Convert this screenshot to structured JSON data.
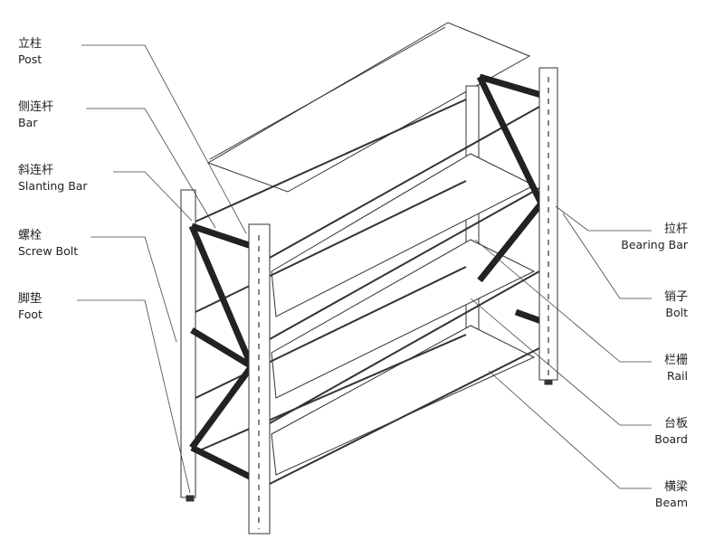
{
  "left_labels": [
    {
      "zh": "立柱",
      "en": "Post"
    },
    {
      "zh": "侧连杆",
      "en": "Bar"
    },
    {
      "zh": "斜连杆",
      "en": "Slanting Bar"
    },
    {
      "zh": "螺栓",
      "en": "Screw Bolt"
    },
    {
      "zh": "脚垫",
      "en": "Foot"
    }
  ],
  "right_labels": [
    {
      "zh": "拉杆",
      "en": "Bearing Bar"
    },
    {
      "zh": "销子",
      "en": "Bolt"
    },
    {
      "zh": "栏栅",
      "en": "Rail"
    },
    {
      "zh": "台板",
      "en": "Board"
    },
    {
      "zh": "横梁",
      "en": "Beam"
    }
  ]
}
